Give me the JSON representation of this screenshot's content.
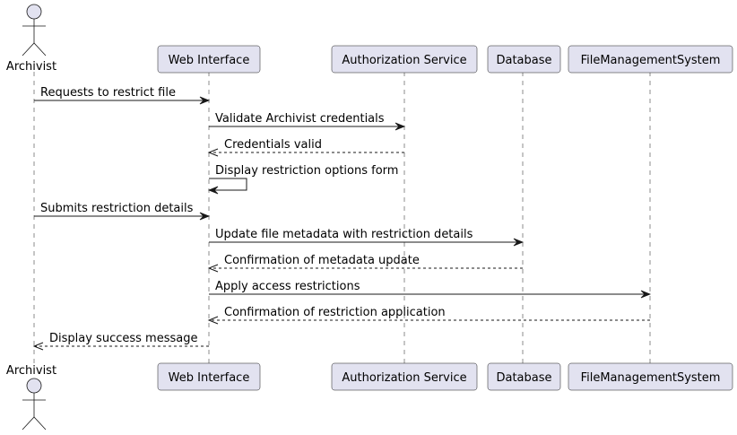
{
  "participants": [
    {
      "id": "archivist",
      "label": "Archivist",
      "kind": "actor"
    },
    {
      "id": "web",
      "label": "Web Interface",
      "kind": "participant"
    },
    {
      "id": "auth",
      "label": "Authorization Service",
      "kind": "participant"
    },
    {
      "id": "db",
      "label": "Database",
      "kind": "participant"
    },
    {
      "id": "fms",
      "label": "FileManagementSystem",
      "kind": "participant"
    }
  ],
  "messages": [
    {
      "from": "archivist",
      "to": "web",
      "text": "Requests to restrict file",
      "style": "sync"
    },
    {
      "from": "web",
      "to": "auth",
      "text": "Validate Archivist credentials",
      "style": "sync"
    },
    {
      "from": "auth",
      "to": "web",
      "text": "Credentials valid",
      "style": "reply"
    },
    {
      "from": "web",
      "to": "web",
      "text": "Display restriction options form",
      "style": "self"
    },
    {
      "from": "archivist",
      "to": "web",
      "text": "Submits restriction details",
      "style": "sync"
    },
    {
      "from": "web",
      "to": "db",
      "text": "Update file metadata with restriction details",
      "style": "sync"
    },
    {
      "from": "db",
      "to": "web",
      "text": "Confirmation of metadata update",
      "style": "reply"
    },
    {
      "from": "web",
      "to": "fms",
      "text": "Apply access restrictions",
      "style": "sync"
    },
    {
      "from": "fms",
      "to": "web",
      "text": "Confirmation of restriction application",
      "style": "reply"
    },
    {
      "from": "web",
      "to": "archivist",
      "text": "Display success message",
      "style": "reply"
    }
  ],
  "colors": {
    "box_fill": "#e2e2f0",
    "box_stroke": "#181818",
    "lifeline": "#181818",
    "arrow": "#181818"
  }
}
